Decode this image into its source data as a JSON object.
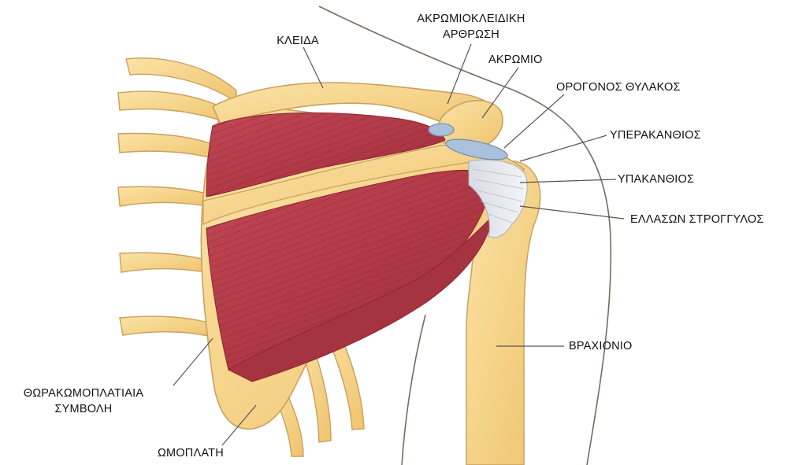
{
  "labels": {
    "clavicle": "ΚΛΕΙΔΑ",
    "ac_joint_line1": "ΑΚΡΩΜΙΟΚΛΕΙΔΙΚΗ",
    "ac_joint_line2": "ΑΡΘΡΩΣΗ",
    "acromion": "ΑΚΡΩΜΙΟ",
    "bursa": "ΟΡΟΓΟΝΟΣ ΘΥΛΑΚΟΣ",
    "supraspinatus": "ΥΠΕΡΑΚΑΝΘΙΟΣ",
    "infraspinatus": "ΥΠΑΚΑΝΘΙΟΣ",
    "teres_minor": "ΕΛΛΑΣΩΝ ΣΤΡΟΓΓΥΛΟΣ",
    "humerus": "ΒΡΑΧΙΟΝΙΟ",
    "scapulothoracic_line1": "ΘΩΡΑΚΩΜΟΠΛΑΤΙΑΙΑ",
    "scapulothoracic_line2": "ΣΥΜΒΟΛΗ",
    "scapula": "ΩΜΟΠΛΑΤΗ"
  },
  "colors": {
    "bone": "#F6D58C",
    "bone_edge": "#D8A94E",
    "muscle": "#B53A46",
    "muscle_dark": "#8E2430",
    "tendon": "#E2E4EA",
    "bursa": "#A9C1DA",
    "outline": "#6E5A4A",
    "leader": "#555555"
  }
}
